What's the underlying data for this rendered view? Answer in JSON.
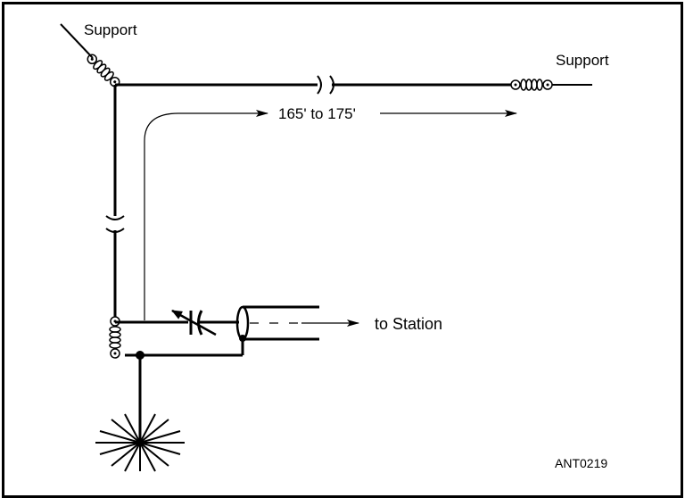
{
  "labels": {
    "support_top_left": "Support",
    "support_top_right": "Support",
    "length": "165' to 175'",
    "to_station": "to Station",
    "figure_id": "ANT0219"
  }
}
